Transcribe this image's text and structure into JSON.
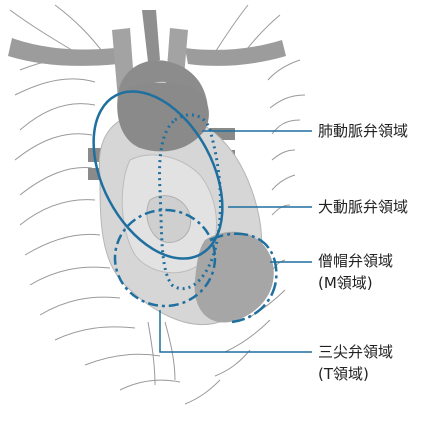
{
  "labels": {
    "pulmonary": "肺動脈弁領域",
    "aortic": "大動脈弁領域",
    "mitral_line1": "僧帽弁領域",
    "mitral_line2": "(M領域)",
    "tricuspid_line1": "三尖弁領域",
    "tricuspid_line2": "(T領域)"
  },
  "colors": {
    "accent_blue": "#1f6f9f",
    "rib_line": "#9a9a9a",
    "heart_light": "#d6d6d6",
    "heart_mid": "#a8a8a8",
    "heart_dark": "#7d7d7d"
  }
}
